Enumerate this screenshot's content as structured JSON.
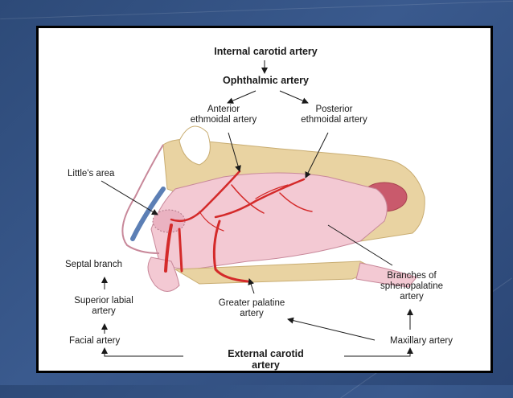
{
  "labels": {
    "internal_carotid": "Internal carotid artery",
    "ophthalmic": "Ophthalmic artery",
    "anterior_ethmoidal": [
      "Anterior",
      "ethmoidal artery"
    ],
    "posterior_ethmoidal": [
      "Posterior",
      "ethmoidal artery"
    ],
    "littles_area": "Little's area",
    "septal_branch": "Septal branch",
    "superior_labial": [
      "Superior labial",
      "artery"
    ],
    "facial": "Facial artery",
    "greater_palatine": [
      "Greater palatine",
      "artery"
    ],
    "sphenopalatine": [
      "Branches of",
      "sphenopalatine",
      "artery"
    ],
    "maxillary": "Maxillary artery",
    "external_carotid": [
      "External carotid",
      "artery"
    ]
  },
  "colors": {
    "artery": "#d42a2a",
    "tissue": "#f3c9d3",
    "bone": "#e9d3a2",
    "sinus": "#c95a6c",
    "arrow": "#1a1a1a"
  }
}
